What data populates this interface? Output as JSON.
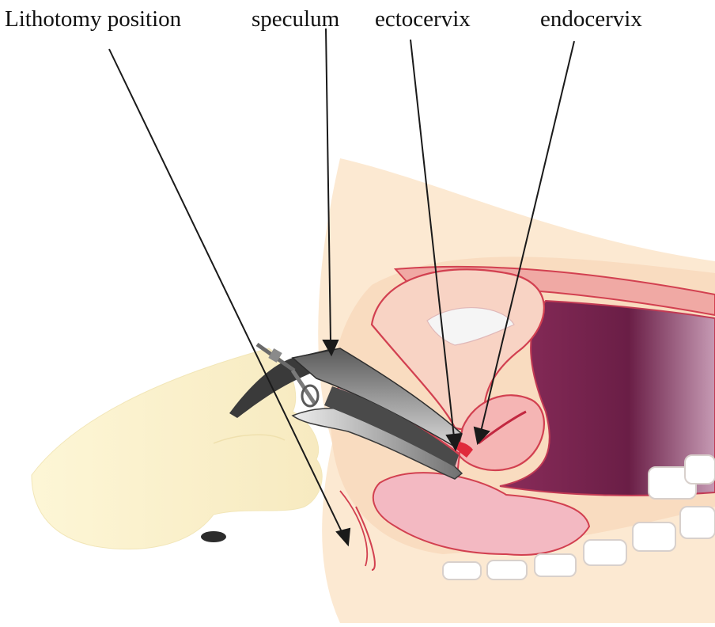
{
  "labels": {
    "lithotomy": "Lithotomy position",
    "speculum": "speculum",
    "ectocervix": "ectocervix",
    "endocervix": "endocervix"
  },
  "colors": {
    "skin": "#fbe3c6",
    "hand": "#fcf4cf",
    "tissue_outline": "#d24050",
    "uterus_fill": "#f8cfc4",
    "bladder_fill": "#f2b6be",
    "cavity": "#6e2248",
    "metal_dark": "#3e3e3e",
    "metal_light": "#b8b8b8",
    "cervix_red": "#e02a3c",
    "leader_line": "#1a1a1a"
  },
  "icons": [
    "speculum-icon"
  ]
}
